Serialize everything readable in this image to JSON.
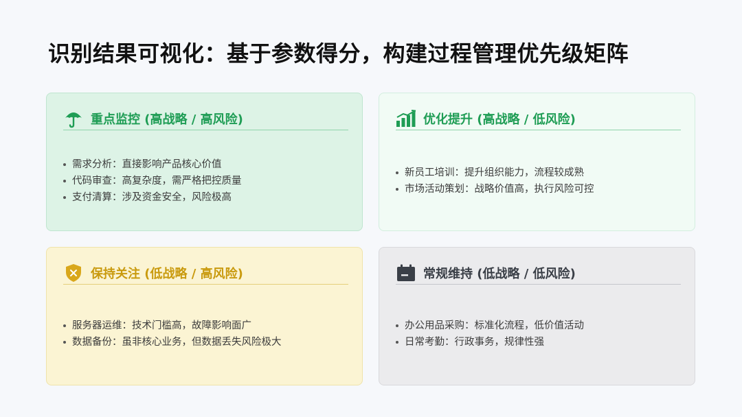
{
  "page": {
    "title": "识别结果可视化：基于参数得分，构建过程管理优先级矩阵"
  },
  "quadrants": [
    {
      "title": "重点监控 (高战略 / 高风险)",
      "icon": "umbrella-icon",
      "color": "#1f9d55",
      "items": [
        "需求分析：直接影响产品核心价值",
        "代码审查：高复杂度，需严格把控质量",
        "支付清算：涉及资金安全，风险极高"
      ]
    },
    {
      "title": "优化提升 (高战略 / 低风险)",
      "icon": "bar-chart-icon",
      "color": "#1f9d55",
      "items": [
        "新员工培训：提升组织能力，流程较成熟",
        "市场活动策划：战略价值高，执行风险可控"
      ]
    },
    {
      "title": "保持关注 (低战略 / 高风险)",
      "icon": "shield-x-icon",
      "color": "#c99a0e",
      "items": [
        "服务器运维：技术门槛高，故障影响面广",
        "数据备份：虽非核心业务，但数据丢失风险极大"
      ]
    },
    {
      "title": "常规维持 (低战略 / 低风险)",
      "icon": "calendar-icon",
      "color": "#3a3f47",
      "items": [
        "办公用品采购：标准化流程，低价值活动",
        "日常考勤：行政事务，规律性强"
      ]
    }
  ]
}
